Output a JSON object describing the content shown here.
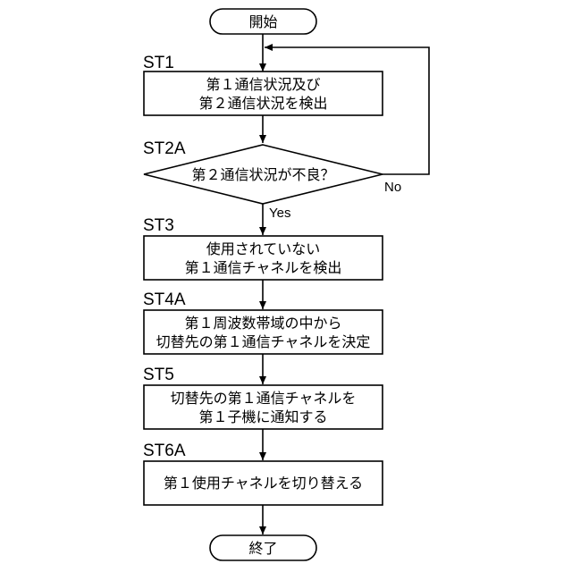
{
  "start": "開始",
  "end": "終了",
  "steps": [
    {
      "id": "ST1",
      "lines": [
        "第１通信状況及び",
        "第２通信状況を検出"
      ]
    },
    {
      "id": "ST2A",
      "lines": [
        "第２通信状況が不良？"
      ],
      "yes": "Yes",
      "no": "No"
    },
    {
      "id": "ST3",
      "lines": [
        "使用されていない",
        "第１通信チャネルを検出"
      ]
    },
    {
      "id": "ST4A",
      "lines": [
        "第１周波数帯域の中から",
        "切替先の第１通信チャネルを決定"
      ]
    },
    {
      "id": "ST5",
      "lines": [
        "切替先の第１通信チャネルを",
        "第１子機に通知する"
      ]
    },
    {
      "id": "ST6A",
      "lines": [
        "第１使用チャネルを切り替える"
      ]
    }
  ]
}
